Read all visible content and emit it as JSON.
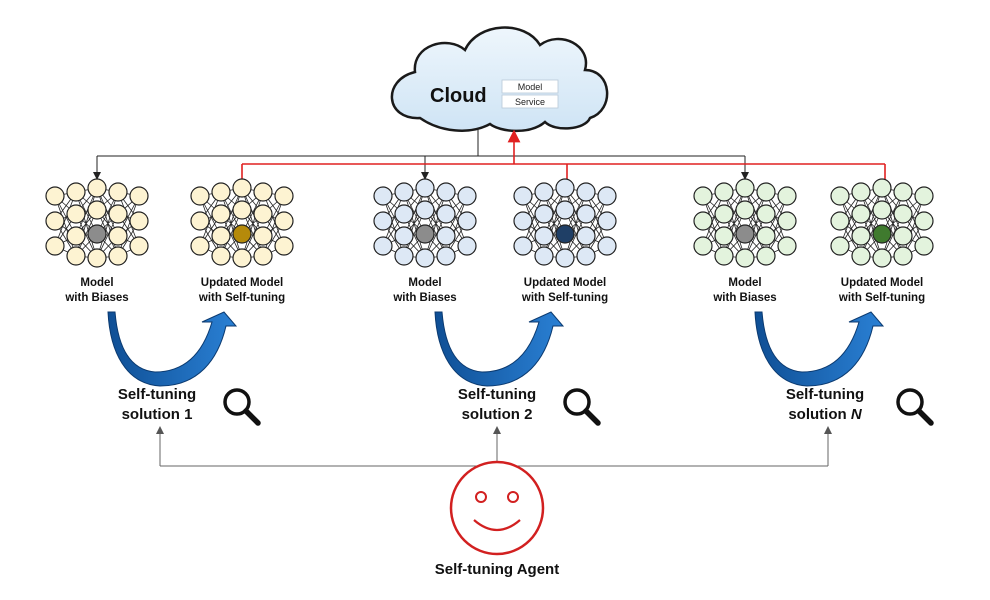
{
  "cloud": {
    "title": "Cloud",
    "chips": [
      "Model",
      "Service"
    ]
  },
  "groups": [
    {
      "model_label": [
        "Model",
        "with Biases"
      ],
      "updated_label": [
        "Updated Model",
        "with Self-tuning"
      ],
      "solution_label": [
        "Self-tuning",
        "solution 1"
      ],
      "node_fill": "#fdf3d2",
      "center_fill_model": "#8c8c8c",
      "center_fill_updated": "#b58a0a"
    },
    {
      "model_label": [
        "Model",
        "with Biases"
      ],
      "updated_label": [
        "Updated Model",
        "with Self-tuning"
      ],
      "solution_label": [
        "Self-tuning",
        "solution 2"
      ],
      "node_fill": "#dde8f5",
      "center_fill_model": "#8c8c8c",
      "center_fill_updated": "#1f3f66"
    },
    {
      "model_label": [
        "Model",
        "with Biases"
      ],
      "updated_label": [
        "Updated Model",
        "with Self-tuning"
      ],
      "solution_label": [
        "Self-tuning",
        "solution ",
        "N"
      ],
      "node_fill": "#e3f3dd",
      "center_fill_model": "#8c8c8c",
      "center_fill_updated": "#3f7a2e"
    }
  ],
  "agent": {
    "label": "Self-tuning Agent"
  },
  "colors": {
    "update_line": "#e02020",
    "download_line": "#222222",
    "agent_line": "#777777",
    "arrow_blue": "#1f6fbf",
    "agent_face": "#d22020",
    "magnifier": "#111111",
    "cloud_fill": "#d9ebf8"
  },
  "icons": [
    "cloud-icon",
    "neural-network-icon",
    "magnifier-icon",
    "smiley-face-icon",
    "curved-arrow-icon"
  ]
}
